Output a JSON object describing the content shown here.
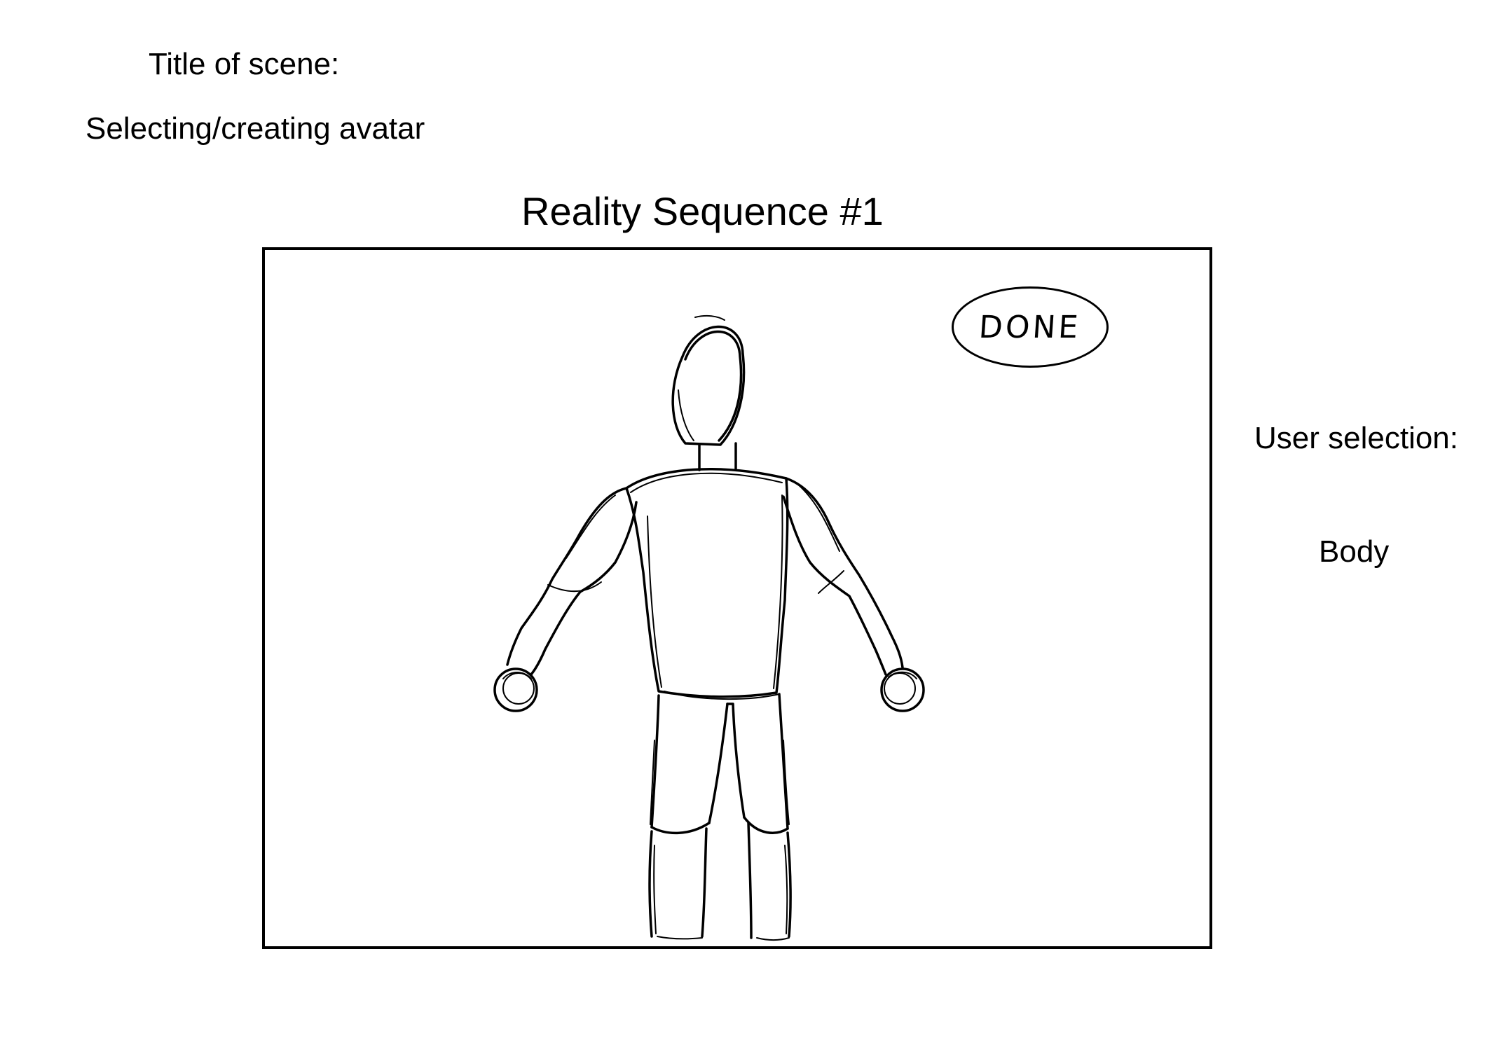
{
  "scene": {
    "title_label": "Title of scene:",
    "title_value": "Selecting/creating avatar"
  },
  "sequence": {
    "title": "Reality Sequence #1"
  },
  "frame": {
    "done_label": "DONE",
    "figure_icon": "human-body-sketch"
  },
  "selection": {
    "label": "User selection:",
    "value": "Body"
  }
}
